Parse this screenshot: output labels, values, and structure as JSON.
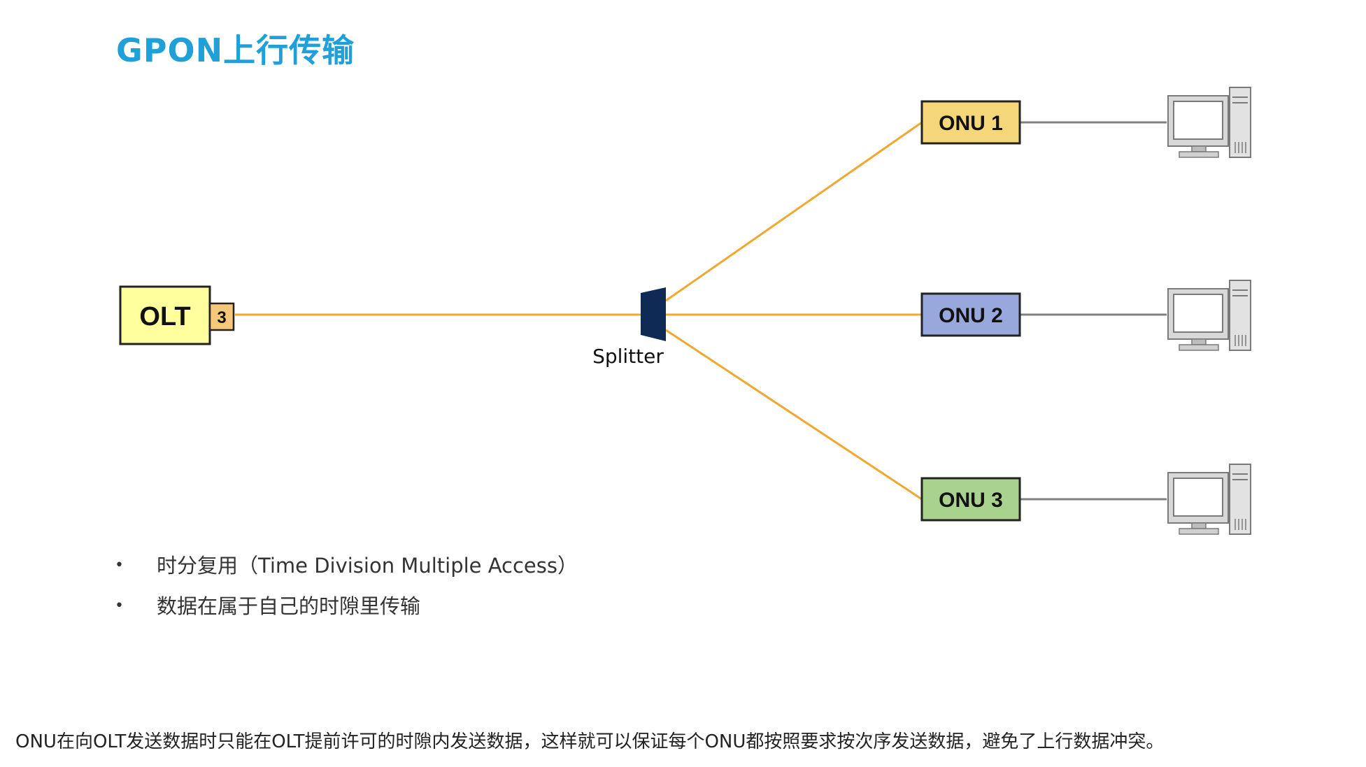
{
  "title": "GPON上行传输",
  "olt": {
    "label": "OLT",
    "port_badge": "3"
  },
  "splitter": {
    "label": "Splitter"
  },
  "onus": [
    {
      "label": "ONU 1",
      "color": "#f5d77a"
    },
    {
      "label": "ONU 2",
      "color": "#98a7dc"
    },
    {
      "label": "ONU 3",
      "color": "#a9d28f"
    }
  ],
  "colors": {
    "fiber": "#f0a830",
    "ethernet": "#808080",
    "olt_fill": "#ffff9e",
    "badge_fill": "#f4c77a",
    "splitter_fill": "#0f2a55",
    "title": "#1fa0d8"
  },
  "bullets": [
    "时分复用（Time Division Multiple Access）",
    "数据在属于自己的时隙里传输"
  ],
  "caption": "ONU在向OLT发送数据时只能在OLT提前许可的时隙内发送数据，这样就可以保证每个ONU都按照要求按次序发送数据，避免了上行数据冲突。",
  "icons": [
    "desktop-computer-icon",
    "desktop-computer-icon",
    "desktop-computer-icon"
  ]
}
